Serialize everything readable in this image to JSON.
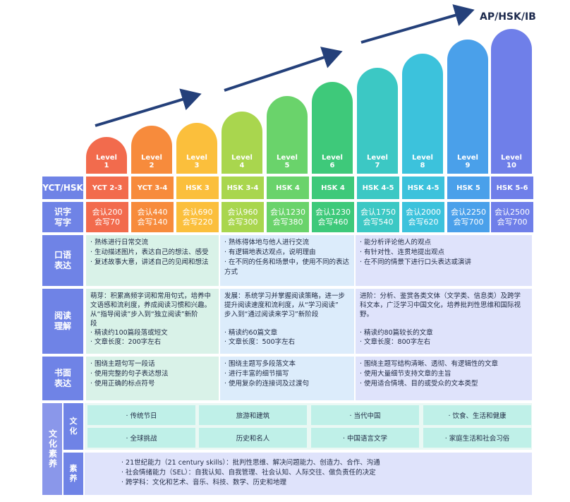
{
  "badge": "AP/HSK/IB",
  "levels": [
    {
      "label": "Level 1",
      "color": "#f26b4d"
    },
    {
      "label": "Level 2",
      "color": "#f78b3c"
    },
    {
      "label": "Level 3",
      "color": "#fbbf3c"
    },
    {
      "label": "Level 4",
      "color": "#a9d64e"
    },
    {
      "label": "Level 5",
      "color": "#6ad36b"
    },
    {
      "label": "Level 6",
      "color": "#3ec97a"
    },
    {
      "label": "Level 7",
      "color": "#3cc8c4"
    },
    {
      "label": "Level 8",
      "color": "#3cc2dc"
    },
    {
      "label": "Level 9",
      "color": "#4aa0ea"
    },
    {
      "label": "Level 10",
      "color": "#6f7fe9"
    }
  ],
  "row_labels": {
    "yct": "YCT/HSK",
    "vocab": "识字\n写字",
    "oral": "口语\n表达",
    "reading": "阅读\n理解",
    "writing": "书面\n表达",
    "culture": "文化素养",
    "culture_sub": "文\n化",
    "literacy_sub": "素\n养"
  },
  "yct_row": [
    "YCT 2-3",
    "YCT 3-4",
    "HSK 3",
    "HSK 3-4",
    "HSK 4",
    "HSK 4",
    "HSK 4-5",
    "HSK 4-5",
    "HSK 5",
    "HSK 5-6"
  ],
  "vocab_row": [
    [
      "会认200",
      "会写70"
    ],
    [
      "会认440",
      "会写140"
    ],
    [
      "会认690",
      "会写220"
    ],
    [
      "会认960",
      "会写300"
    ],
    [
      "会认1230",
      "会写380"
    ],
    [
      "会认1230",
      "会写460"
    ],
    [
      "会认1750",
      "会写540"
    ],
    [
      "会认2000",
      "会写620"
    ],
    [
      "会认2250",
      "会写700"
    ],
    [
      "会认2500",
      "会写700"
    ]
  ],
  "oral": [
    [
      "· 熟练进行日常交流",
      "· 生动描述图片，表达自己的想法、感受",
      "· 复述故事大意，讲述自己的见闻和想法"
    ],
    [
      "· 熟练得体地与他人进行交流",
      "· 有逻辑地表达观点，说明理由",
      "· 在不同的任务和场景中，使用不同的表达",
      "  方式"
    ],
    [
      "· 能分析评论他人的观点",
      "· 有针对性、连贯地提出观点",
      "· 在不同的情景下进行口头表达或演讲"
    ]
  ],
  "reading": [
    [
      "萌芽：积累高频字词和常用句式，培养中",
      "文语感和流利度，养成阅读习惯和兴趣。",
      "从“指导阅读”步入到“独立阅读”新阶",
      "段",
      "· 精读约100篇段落或短文",
      "· 文章长度：200字左右"
    ],
    [
      "发展：系统学习并掌握阅读策略，进一步",
      "提升阅读速度和流利度，从“学习阅读”",
      "步入到“通过阅读来学习”新阶段",
      "",
      "· 精读约60篇文章",
      "· 文章长度：500字左右"
    ],
    [
      "进阶：分析、鉴赏各类文体（文学类、信息类）及跨学",
      "科文本，广泛学习中国文化，培养批判性思维和国际视",
      "野。",
      "",
      "· 精读约80篇较长的文章",
      "· 文章长度：800字左右"
    ]
  ],
  "writing": [
    [
      "· 围绕主题句写一段话",
      "· 使用完整的句子表达想法",
      "· 使用正确的标点符号"
    ],
    [
      "· 围绕主题写多段落文本",
      "· 进行丰富的细节描写",
      "· 使用复杂的连接词及过渡句"
    ],
    [
      "· 围绕主题写结构清晰、透彻、有逻辑性的文章",
      "· 使用大量细节支持文章的主旨",
      "· 使用适合情境、目的或受众的文本类型"
    ]
  ],
  "culture_topics": [
    "· 传统节日",
    "旅游和建筑",
    "· 当代中国",
    "· 饮食、生活和健康",
    "· 全球挑战",
    "历史和名人",
    "· 中国语言文学",
    "· 家庭生活和社会习俗"
  ],
  "literacy": [
    "· 21世纪能力（21 century skills）：批判性思维、解决问题能力、创造力、合作、沟通",
    "· 社会情绪能力（SEL）：自我认知、自我管理、社会认知、人际交往、做负责任的决定",
    "· 跨学科：文化和艺术、音乐、科技、数学、历史和地理"
  ],
  "colors": {
    "row_label": "#6f83e6",
    "oral_bg": [
      "#d9f2e8",
      "#dcecfb",
      "#dfe3fb"
    ],
    "topic_bg": "#bff0e8",
    "culture_outer": "#8a97ea",
    "arrow": "#24407a"
  }
}
